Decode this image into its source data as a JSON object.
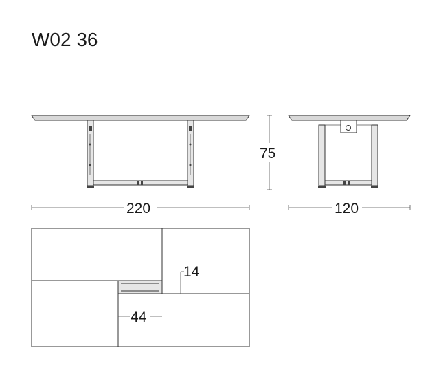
{
  "model_code": "W02 36",
  "dimensions": {
    "length": "220",
    "height": "75",
    "depth": "120",
    "offset_small": "14",
    "offset_large": "44"
  }
}
